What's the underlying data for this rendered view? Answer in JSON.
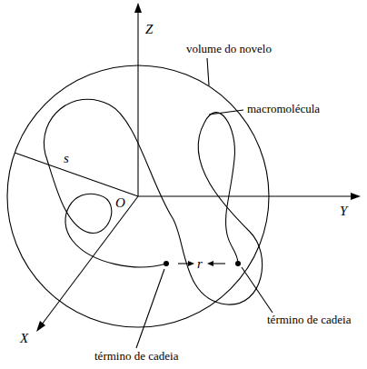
{
  "diagram": {
    "labels": [
      "Z",
      "volume do novelo",
      "s",
      "O",
      "Y",
      "macromolécula",
      "r",
      "término de cadeia",
      "X",
      "término de cadeia"
    ]
  }
}
